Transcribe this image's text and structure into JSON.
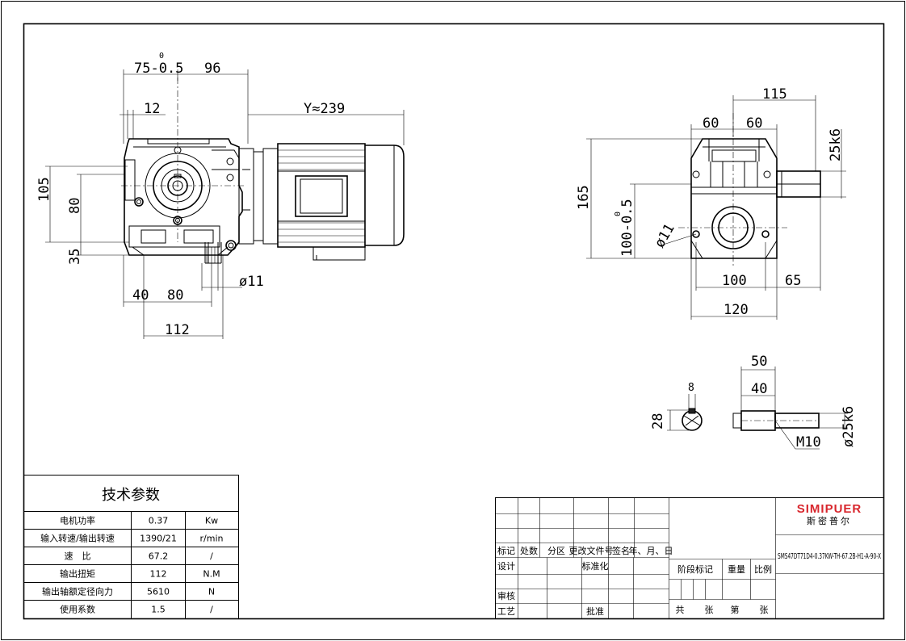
{
  "front_view": {
    "dims": {
      "d75": "75-0.5",
      "d75_tol": "0",
      "d96": "96",
      "d12": "12",
      "dY": "Y≈239",
      "d105": "105",
      "d80v": "80",
      "d35": "35",
      "d40": "40",
      "d80h": "80",
      "d11": "ø11",
      "d112": "112"
    }
  },
  "side_view": {
    "dims": {
      "d115": "115",
      "d60a": "60",
      "d60b": "60",
      "d25k6": "25k6",
      "d165": "165",
      "d100": "100-0.5",
      "d100_tol": "0",
      "d11": "ø11",
      "d100h": "100",
      "d65": "65",
      "d120": "120"
    }
  },
  "shaft_detail": {
    "dims": {
      "d8": "8",
      "d28": "28",
      "d50": "50",
      "d40": "40",
      "dshaft": "ø25k6",
      "dM10": "M10"
    }
  },
  "tech_params": {
    "title": "技术参数",
    "rows": [
      {
        "name": "电机功率",
        "value": "0.37",
        "unit": "Kw"
      },
      {
        "name": "输入转速/输出转速",
        "value": "1390/21",
        "unit": "r/min"
      },
      {
        "name": "速　比",
        "value": "67.2",
        "unit": "/"
      },
      {
        "name": "输出扭矩",
        "value": "112",
        "unit": "N.M"
      },
      {
        "name": "输出轴额定径向力",
        "value": "5610",
        "unit": "N"
      },
      {
        "name": "使用系数",
        "value": "1.5",
        "unit": "/"
      }
    ]
  },
  "title_block": {
    "headers": [
      "标记",
      "处数",
      "分区",
      "更改文件号",
      "签名",
      "年、月、日"
    ],
    "design": "设计",
    "standardize": "标准化",
    "review": "审核",
    "process": "工艺",
    "approve": "批准",
    "stage_mark": "阶段标记",
    "weight": "重量",
    "scale": "比例",
    "total": "共",
    "sheet": "张",
    "page": "第",
    "sheet2": "张",
    "brand": "SIMIPUER",
    "brand_cn": "斯密普尔",
    "model": "SMS47DT71D4-0.37KW-TH-67.2B-H1-A-90-X"
  }
}
